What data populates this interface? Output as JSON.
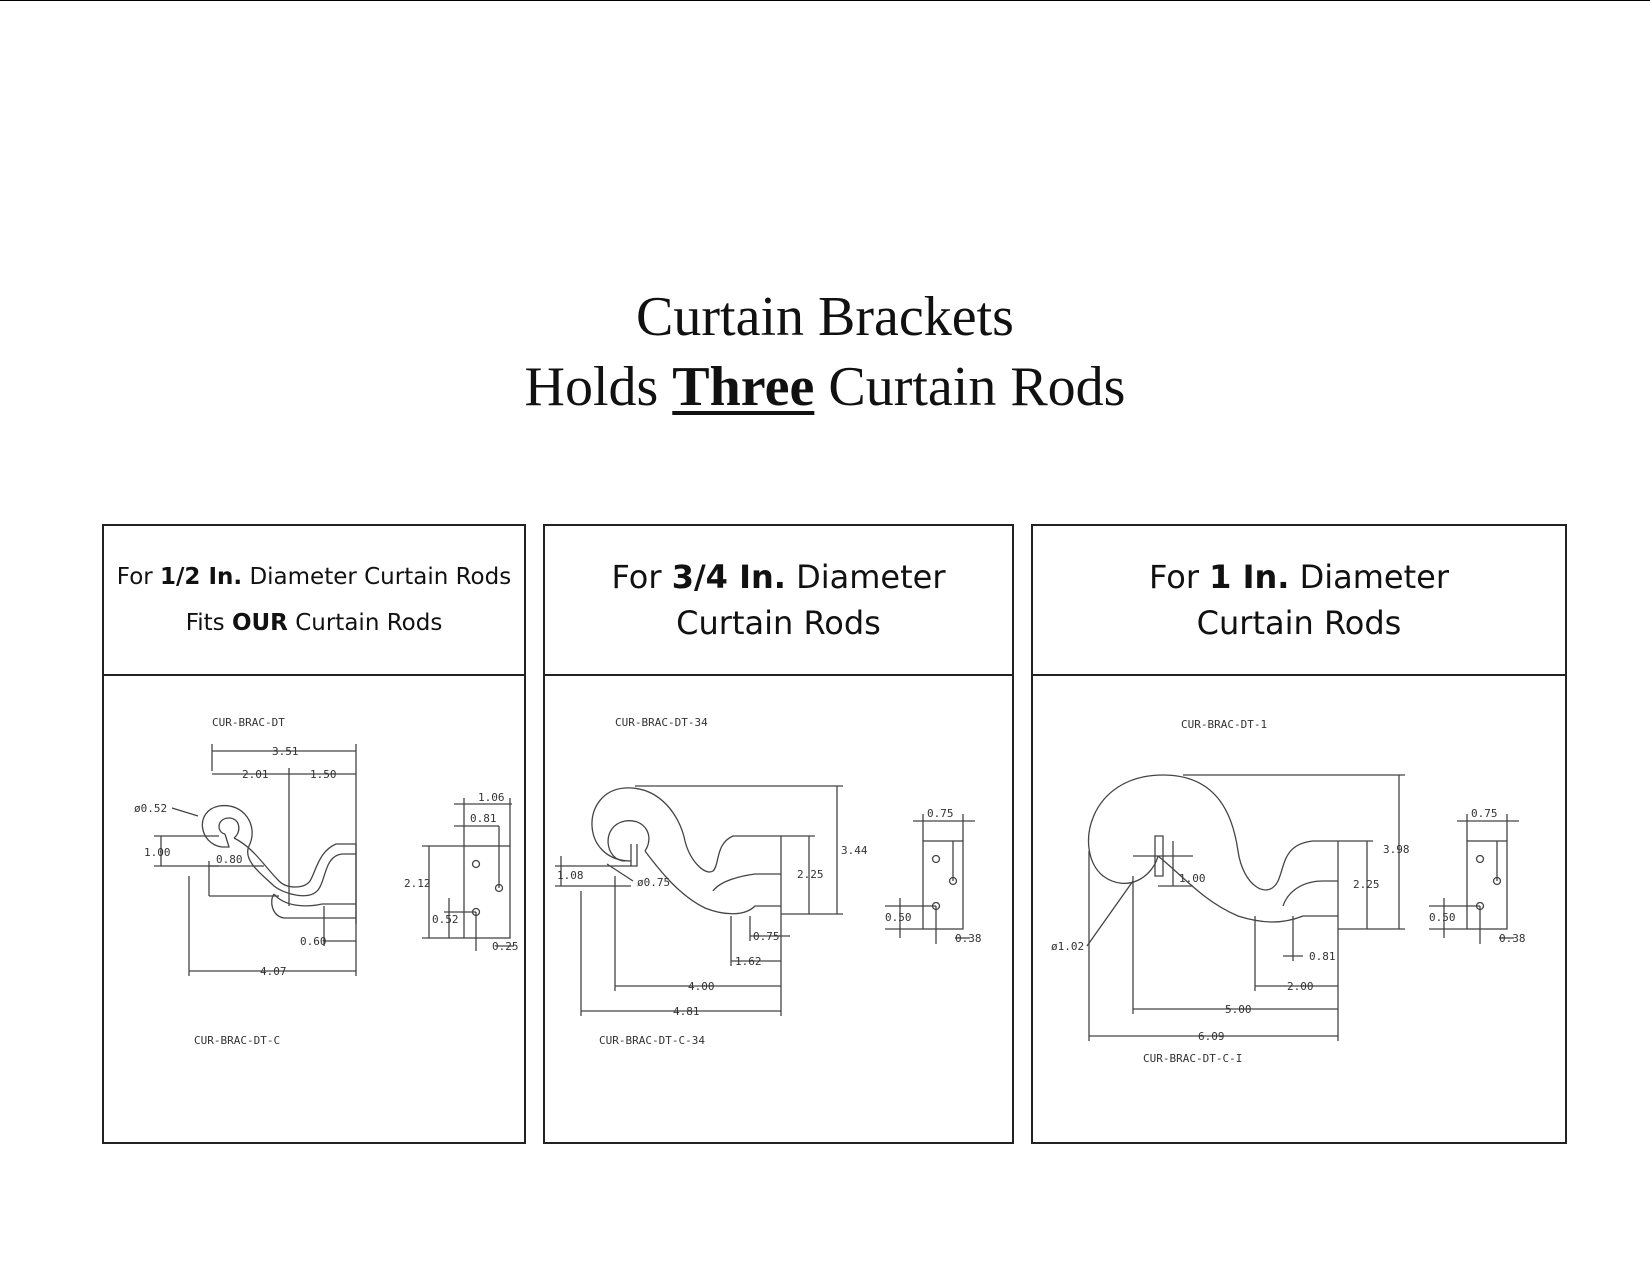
{
  "title": {
    "line1": "Curtain Brackets",
    "line2_pre": "Holds",
    "line2_emph": "Three",
    "line2_post": "Curtain Rods"
  },
  "panels": [
    {
      "head": {
        "l1_pre": "For",
        "l1_bold": "1/2 In.",
        "l1_post": "Diameter Curtain Rods",
        "l2_pre": "Fits",
        "l2_bold": "OUR",
        "l2_post": "Curtain Rods"
      },
      "part_top": "CUR-BRAC-DT",
      "part_bottom": "CUR-BRAC-DT-C",
      "dims": {
        "overall_top": "3.51",
        "a": "2.01",
        "b": "1.50",
        "dia": "ø0.52",
        "rise": "1.00",
        "gap": "0.80",
        "end": "0.60",
        "overall": "4.07",
        "c_w": "1.06",
        "c_hole": "0.81",
        "c_h": "2.12",
        "c_low": "0.52",
        "c_edge": "0.25"
      }
    },
    {
      "head": {
        "l1_pre": "For",
        "l1_bold": "3/4 In.",
        "l1_post": "Diameter",
        "l2": "Curtain Rods"
      },
      "part_top": "CUR-BRAC-DT-34",
      "part_bottom": "CUR-BRAC-DT-C-34",
      "dims": {
        "rise": "1.08",
        "dia": "ø0.75",
        "h_total": "3.44",
        "h_inner": "2.25",
        "notch": "0.75",
        "tip": "1.62",
        "mid": "4.00",
        "overall": "4.81",
        "c_w": "0.75",
        "c_low": "0.50",
        "c_edge": "0.38"
      }
    },
    {
      "head": {
        "l1_pre": "For",
        "l1_bold": "1 In.",
        "l1_post": "Diameter",
        "l2": "Curtain Rods"
      },
      "part_top": "CUR-BRAC-DT-1",
      "part_bottom": "CUR-BRAC-DT-C-I",
      "dims": {
        "rise": "1.00",
        "dia": "ø1.02",
        "h_total": "3.98",
        "h_inner": "2.25",
        "notch": "0.81",
        "tip": "2.00",
        "mid": "5.00",
        "overall": "6.09",
        "c_w": "0.75",
        "c_low": "0.50",
        "c_edge": "0.38"
      }
    }
  ]
}
